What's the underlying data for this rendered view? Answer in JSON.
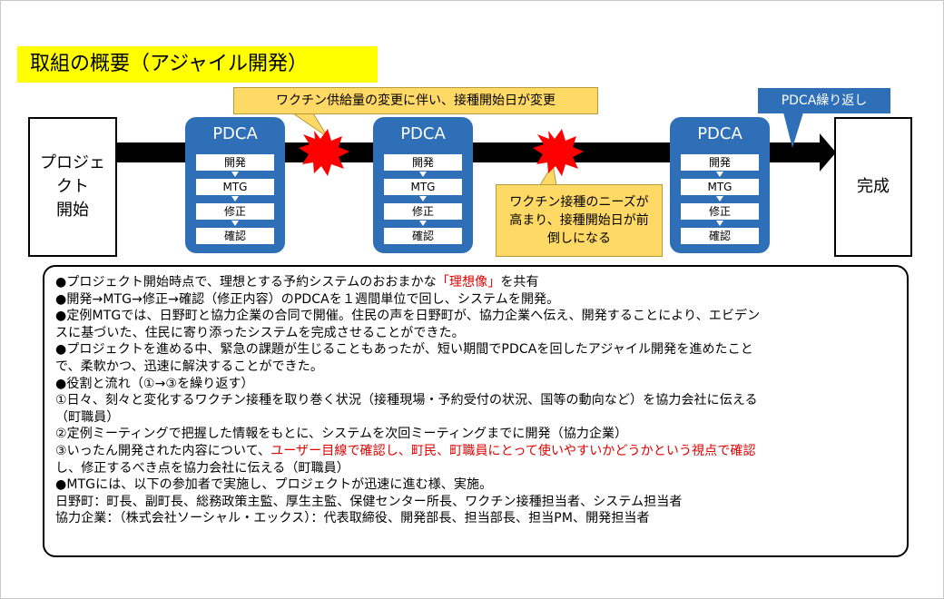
{
  "title": "取組の概要（アジャイル開発）",
  "flow": {
    "start_label": "プロジェ\nクト\n開始",
    "end_label": "完成",
    "pdca_blocks": [
      {
        "title": "PDCA",
        "steps": [
          "開発",
          "MTG",
          "修正",
          "確認"
        ]
      },
      {
        "title": "PDCA",
        "steps": [
          "開発",
          "MTG",
          "修正",
          "確認"
        ]
      },
      {
        "title": "PDCA",
        "steps": [
          "開発",
          "MTG",
          "修正",
          "確認"
        ]
      }
    ],
    "callout_top": "ワクチン供給量の変更に伴い、接種開始日が変更",
    "callout_bottom": "ワクチン接種のニーズが\n高まり、接種開始日が前\n倒しになる",
    "repeat_label": "PDCA繰り返し",
    "colors": {
      "pdca_blue": "#2f6fb7",
      "callout_yellow": "#ffd966",
      "burst_red": "#ff0000",
      "title_yellow": "#ffff00"
    }
  },
  "body_lines": [
    [
      {
        "t": "●プロジェクト開始時点で、理想とする予約システムのおおまかな"
      },
      {
        "t": "「理想像」",
        "red": true
      },
      {
        "t": "を共有"
      }
    ],
    [
      {
        "t": "●開発→MTG→修正→確認（修正内容）のPDCAを１週間単位で回し、システムを開発。"
      }
    ],
    [
      {
        "t": "●定例MTGでは、日野町と協力企業の合同で開催。住民の声を日野町が、協力企業へ伝え、開発することにより、エビデン"
      }
    ],
    [
      {
        "t": "スに基づいた、住民に寄り添ったシステムを完成させることができた。"
      }
    ],
    [
      {
        "t": "●プロジェクトを進める中、緊急の課題が生じることもあったが、短い期間でPDCAを回したアジャイル開発を進めたこと"
      }
    ],
    [
      {
        "t": "で、柔軟かつ、迅速に解決することができた。"
      }
    ],
    [
      {
        "t": "●役割と流れ（①→③を繰り返す）"
      }
    ],
    [
      {
        "t": "①日々、刻々と変化するワクチン接種を取り巻く状況（接種現場・予約受付の状況、国等の動向など）を協力会社に伝える"
      }
    ],
    [
      {
        "t": "（町職員）"
      }
    ],
    [
      {
        "t": "②定例ミーティングで把握した情報をもとに、システムを次回ミーティングまでに開発（協力企業）"
      }
    ],
    [
      {
        "t": "③いったん開発された内容について、"
      },
      {
        "t": "ユーザー目線で確認し、町民、町職員にとって使いやすいかどうかという視点で確認",
        "red": true
      }
    ],
    [
      {
        "t": "し、修正するべき点を協力会社に伝える（町職員）"
      }
    ],
    [
      {
        "t": "●MTGには、以下の参加者で実施し、プロジェクトが迅速に進む様、実施。"
      }
    ],
    [
      {
        "t": "日野町：町長、副町長、総務政策主監、厚生主監、保健センター所長、ワクチン接種担当者、システム担当者"
      }
    ],
    [
      {
        "t": "協力企業：（株式会社ソーシャル・エックス）：代表取締役、開発部長、担当部長、担当PM、開発担当者"
      }
    ]
  ]
}
